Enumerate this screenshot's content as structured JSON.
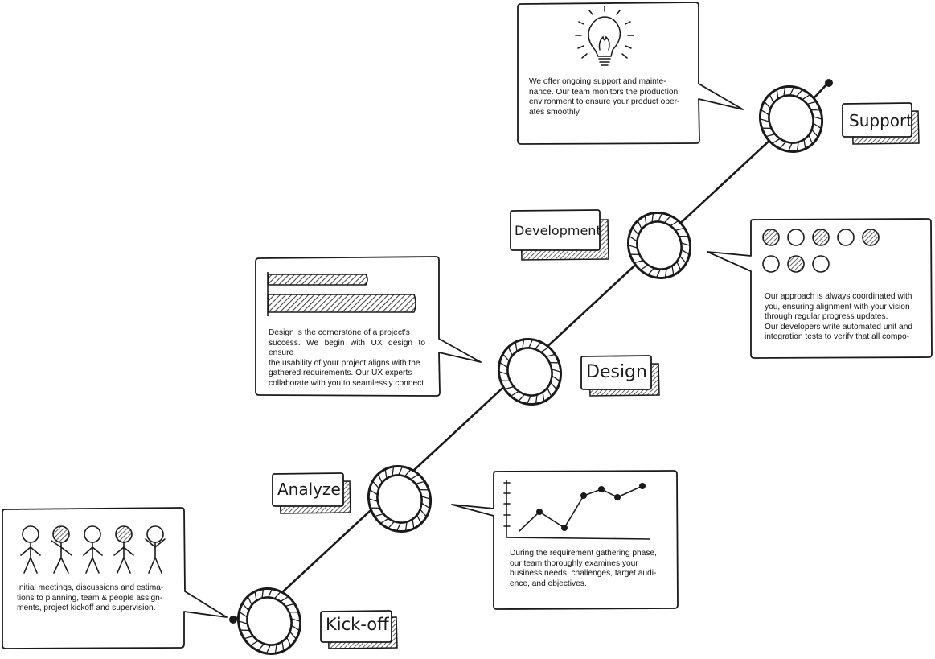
{
  "stages": [
    {
      "id": "kickoff",
      "label": "Kick-off",
      "text": [
        "Initial meetings, discussions and estima-",
        "tions to planning, team & people assign-",
        "ments, project kickoff and supervision."
      ]
    },
    {
      "id": "analyze",
      "label": "Analyze",
      "text": [
        "During the requirement gathering phase,",
        "our team thoroughly examines your",
        "business needs, challenges, target audi-",
        "ence, and objectives."
      ]
    },
    {
      "id": "design",
      "label": "Design",
      "text": [
        "Design is the cornerstone of a project's",
        "success. We begin with UX design to ensure",
        "the usability of your project aligns with the",
        "gathered requirements. Our UX experts",
        "collaborate with you to seamlessly connect"
      ]
    },
    {
      "id": "development",
      "label": "Development",
      "text": [
        "Our approach is always coordinated with",
        "you, ensuring alignment with your vision",
        "through regular progress updates.",
        "Our developers write automated unit and",
        "integration tests to verify that all compo-"
      ]
    },
    {
      "id": "support",
      "label": "Support",
      "text": [
        "We offer ongoing support and mainte-",
        "nance. Our team monitors the production",
        "environment to ensure your product oper-",
        "ates smoothly."
      ]
    }
  ],
  "style": {
    "ink": "#1a1a1a",
    "shadow": "#333333",
    "paper": "#ffffff"
  },
  "icons": [
    "people-icon",
    "line-chart-icon",
    "bar-chart-icon",
    "dots-grid-icon",
    "lightbulb-icon"
  ]
}
